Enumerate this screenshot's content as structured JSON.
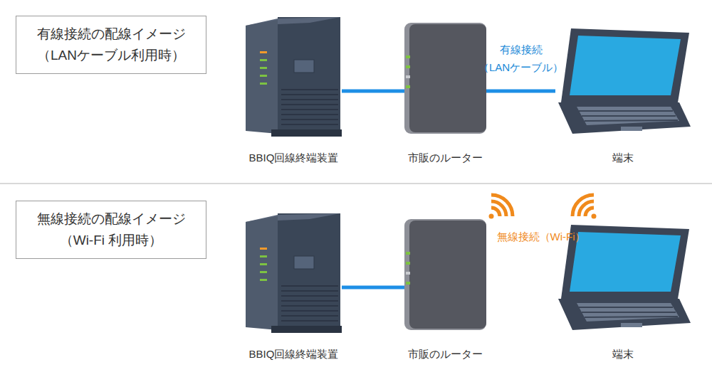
{
  "diagram": {
    "nodes": [
      {
        "text": [
          "有線接続の配線イメージ （LANケーブル利用時）"
        ]
      },
      {
        "text": [
          "BBIQ回線終端装置"
        ]
      },
      {
        "text": [
          "市販のルーター"
        ]
      },
      {
        "text": [
          "端末"
        ]
      },
      {
        "text": [
          "無線接続の配線イメージ （Wi-Fi 利用時）"
        ]
      },
      {
        "text": [
          "BBIQ回線終端装置"
        ]
      },
      {
        "text": [
          "市販のルーター"
        ]
      },
      {
        "text": [
          "端末"
        ]
      }
    ],
    "edges": [
      {
        "from": 1,
        "to": 2,
        "arrow": "none"
      },
      {
        "from": 2,
        "to": 3,
        "label": "有線接続 （LANケーブル）",
        "arrow": "none"
      },
      {
        "from": 5,
        "to": 6,
        "arrow": "none"
      }
    ],
    "labels": [
      "無線接続（Wi-Fi）"
    ]
  }
}
